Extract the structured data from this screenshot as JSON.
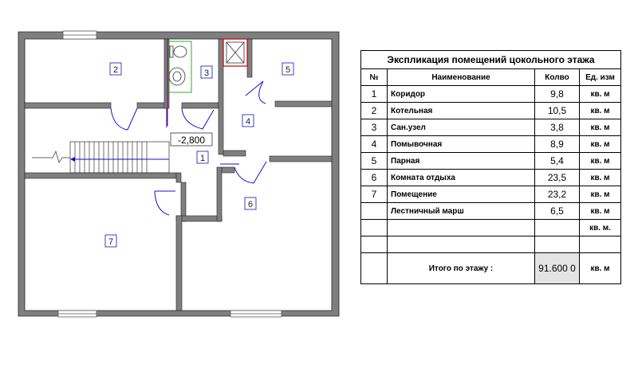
{
  "plan": {
    "rooms": [
      {
        "id": "r1",
        "number": "1"
      },
      {
        "id": "r2",
        "number": "2"
      },
      {
        "id": "r3",
        "number": "3"
      },
      {
        "id": "r4",
        "number": "4"
      },
      {
        "id": "r5",
        "number": "5"
      },
      {
        "id": "r6",
        "number": "6"
      },
      {
        "id": "r7",
        "number": "7"
      }
    ],
    "elevation_mark": "-2,800",
    "colors": {
      "wall": "#7f7f7f",
      "door": "#1010c8",
      "window": "#b8b8b8",
      "fixture": "#009900",
      "shaft": "#cc0000"
    }
  },
  "table": {
    "title": "Экспликация помещений цокольного этажа",
    "headers": {
      "num": "№",
      "name": "Наименование",
      "qty": "Колво",
      "unit": "Ед. изм"
    },
    "rows": [
      {
        "num": "1",
        "name": "Коридор",
        "qty": "9,8",
        "unit": "кв. м"
      },
      {
        "num": "2",
        "name": "Котельная",
        "qty": "10,5",
        "unit": "кв. м"
      },
      {
        "num": "3",
        "name": "Сан.узел",
        "qty": "3,8",
        "unit": "кв. м"
      },
      {
        "num": "4",
        "name": "Помывочная",
        "qty": "8,9",
        "unit": "кв. м"
      },
      {
        "num": "5",
        "name": "Парная",
        "qty": "5,4",
        "unit": "кв. м"
      },
      {
        "num": "6",
        "name": "Комната отдыха",
        "qty": "23,5",
        "unit": "кв. м"
      },
      {
        "num": "7",
        "name": "Помещение",
        "qty": "23,2",
        "unit": "кв. м"
      },
      {
        "num": "",
        "name": "Лестничный марш",
        "qty": "6,5",
        "unit": "кв. м"
      },
      {
        "num": "",
        "name": "",
        "qty": "",
        "unit": "кв. м."
      },
      {
        "num": "",
        "name": "",
        "qty": "",
        "unit": ""
      }
    ],
    "total": {
      "label": "Итого по этажу :",
      "value": "91.600 0",
      "unit": "кв. м"
    }
  }
}
